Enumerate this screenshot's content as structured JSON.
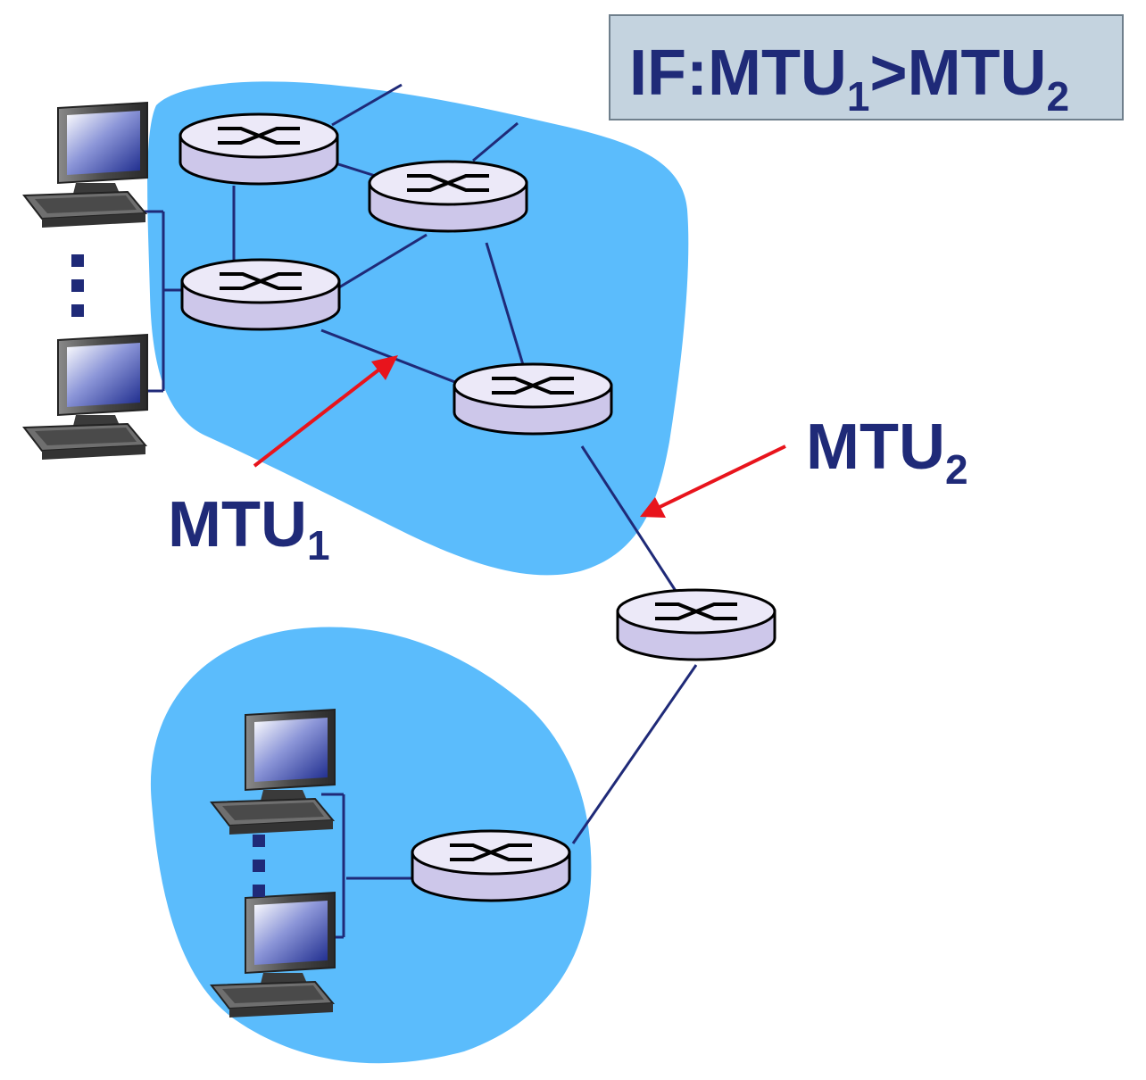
{
  "condition_box": {
    "prefix": "IF:MTU",
    "sub1": "1",
    "middle": ">MTU",
    "sub2": "2"
  },
  "labels": {
    "mtu1_text": "MTU",
    "mtu1_sub": "1",
    "mtu2_text": "MTU",
    "mtu2_sub": "2"
  },
  "colors": {
    "network_cloud": "#5bbcfc",
    "link": "#1f2a78",
    "arrow": "#e8141c",
    "label_text": "#1f2a78",
    "condition_box_fill": "#c4d3df",
    "router_body": "#e6e2f4"
  },
  "icons": {
    "router": "router-icon",
    "computer": "desktop-computer-icon"
  }
}
